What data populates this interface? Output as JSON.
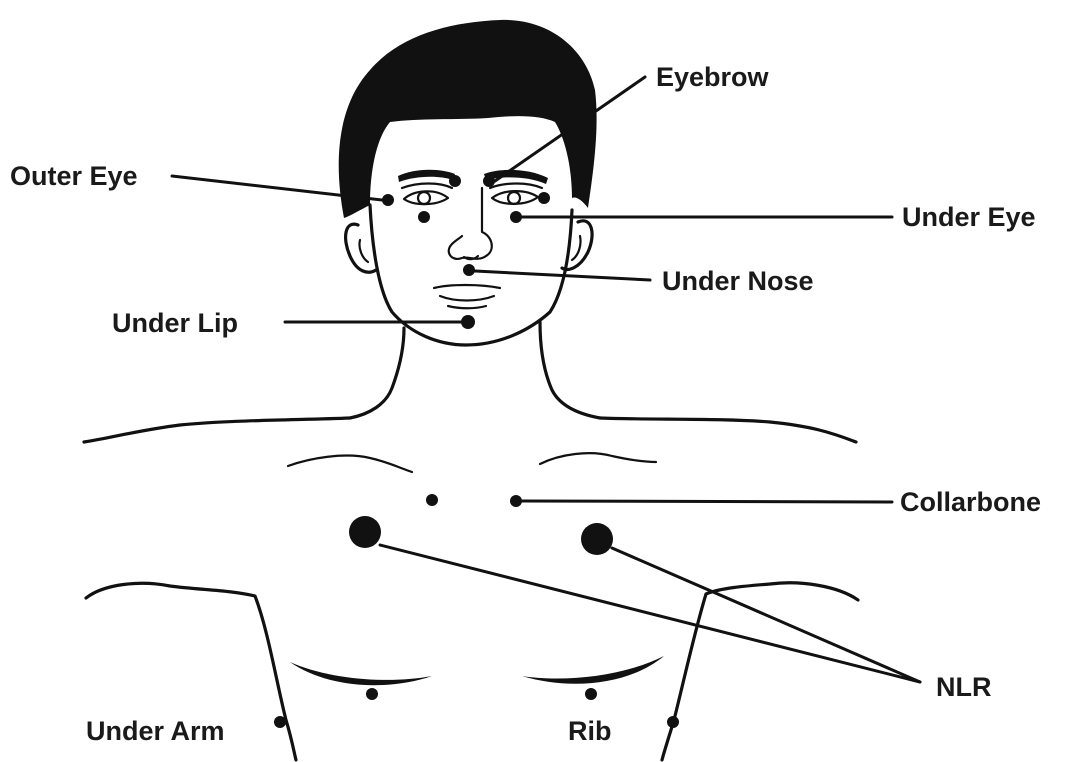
{
  "labels": {
    "eyebrow": "Eyebrow",
    "outer_eye": "Outer Eye",
    "under_eye": "Under Eye",
    "under_nose": "Under Nose",
    "under_lip": "Under Lip",
    "collarbone": "Collarbone",
    "nlr": "NLR",
    "under_arm": "Under Arm",
    "rib": "Rib"
  }
}
